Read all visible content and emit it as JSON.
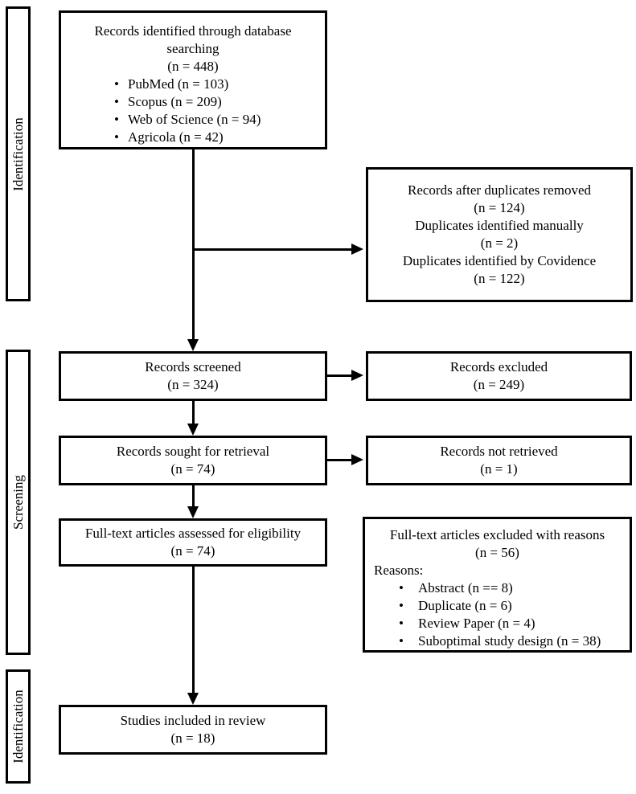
{
  "colors": {
    "background": "#ffffff",
    "border": "#000000",
    "text": "#000000"
  },
  "stages": [
    {
      "label": "Identification"
    },
    {
      "label": "Screening"
    },
    {
      "label": "Identification"
    }
  ],
  "boxes": {
    "identified": {
      "title": "Records identified through database searching",
      "count": "(n = 448)",
      "bullets": [
        "PubMed (n = 103)",
        "Scopus (n = 209)",
        "Web of Science (n = 94)",
        "Agricola (n = 42)"
      ]
    },
    "duplicates_removed": {
      "lines": [
        "Records after duplicates removed",
        "(n = 124)",
        "Duplicates identified manually",
        "(n = 2)",
        "Duplicates identified by Covidence",
        "(n = 122)"
      ]
    },
    "screened": {
      "title": "Records screened",
      "count": "(n = 324)"
    },
    "excluded": {
      "title": "Records excluded",
      "count": "(n = 249)"
    },
    "sought": {
      "title": "Records sought for retrieval",
      "count": "(n = 74)"
    },
    "not_retrieved": {
      "title": "Records not retrieved",
      "count": "(n = 1)"
    },
    "assessed": {
      "title": "Full-text articles assessed for eligibility",
      "count": "(n = 74)"
    },
    "fulltext_excluded": {
      "title": "Full-text articles excluded with reasons",
      "count": "(n = 56)",
      "reasons_label": "Reasons:",
      "bullets": [
        "Abstract (n == 8)",
        "Duplicate (n = 6)",
        "Review Paper (n = 4)",
        "Suboptimal study design (n = 38)"
      ]
    },
    "included": {
      "title": "Studies included in review",
      "count": "(n = 18)"
    }
  }
}
